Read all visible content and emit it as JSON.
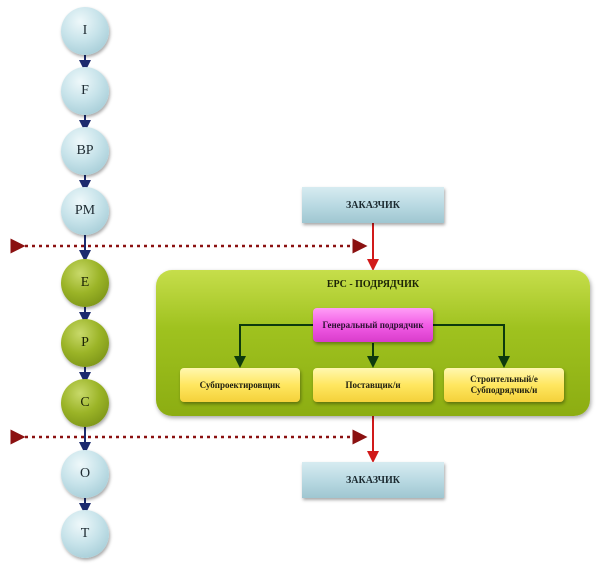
{
  "phases": [
    {
      "label": "I",
      "group": "blue"
    },
    {
      "label": "F",
      "group": "blue"
    },
    {
      "label": "BP",
      "group": "blue"
    },
    {
      "label": "PM",
      "group": "blue"
    },
    {
      "label": "E",
      "group": "green"
    },
    {
      "label": "P",
      "group": "green"
    },
    {
      "label": "C",
      "group": "green"
    },
    {
      "label": "O",
      "group": "blue"
    },
    {
      "label": "T",
      "group": "blue"
    }
  ],
  "customer_top": "ЗАКАЗЧИК",
  "customer_bottom": "ЗАКАЗЧИК",
  "epc": {
    "title": "EPC - ПОДРЯДЧИК",
    "general": "Генеральный подрядчик",
    "subs": [
      {
        "label": "Субпроектировщик"
      },
      {
        "label": "Поставщик/и"
      },
      {
        "label": "Строительный/е Субподрядчик/и"
      }
    ]
  },
  "colors": {
    "phase_blue": "#c7e3ea",
    "phase_green": "#9bb427",
    "epc_panel": "#9fc21f",
    "general_contractor": "#f25de6",
    "subcontractor": "#ffe760",
    "customer_box": "#b7d8e1",
    "phase_arrow": "#1c2a6e",
    "flow_arrow": "#d11a1a",
    "boundary_line": "#8b1111",
    "tree_arrow": "#0d3a0d"
  }
}
